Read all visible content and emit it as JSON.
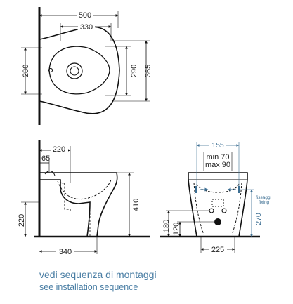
{
  "top_view": {
    "width_overall": "500",
    "width_rim": "330",
    "depth_left": "280",
    "depth_right_inner": "290",
    "depth_right_outer": "365"
  },
  "side_view": {
    "rim_offset": "220",
    "inlet_offset": "65",
    "height": "410",
    "fixing_height": "220",
    "base_depth": "340"
  },
  "rear_view": {
    "fixing_spacing": "155",
    "fixing_min": "min 70",
    "fixing_max": "max 90",
    "fixing_note_line1": "fissaggi",
    "fixing_note_line2": "fixing",
    "fixing_height_right": "270",
    "drain_height_outer": "180",
    "drain_height_inner": "120",
    "base_width": "225"
  },
  "caption": {
    "italian": "vedi sequenza di montaggi",
    "english": "see installation sequence"
  },
  "colors": {
    "line": "#111111",
    "accent_blue": "#3d6f93",
    "caption_blue": "#4a7ea4"
  }
}
